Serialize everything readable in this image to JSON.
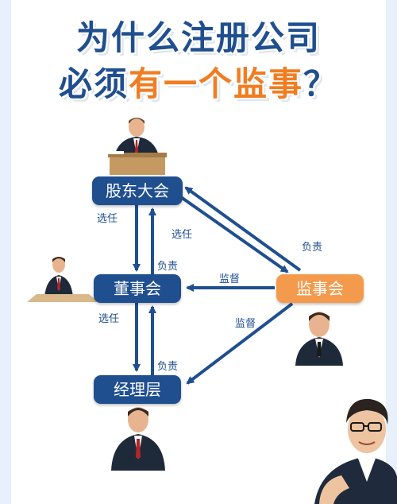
{
  "title": {
    "line1": "为什么注册公司",
    "line2_pre": "必须",
    "line2_highlight": "有一个监事",
    "line2_post": "？"
  },
  "nodes": {
    "shareholders": "股东大会",
    "board": "董事会",
    "supervisor": "监事会",
    "managers": "经理层"
  },
  "edges": {
    "shareholders_to_board": "选任",
    "board_to_shareholders": "负责",
    "shareholders_to_supervisor": "选任",
    "supervisor_to_shareholders": "负责",
    "supervisor_to_board": "监督",
    "supervisor_to_managers": "监督",
    "board_to_managers": "选任",
    "managers_to_board": "负责"
  },
  "colors": {
    "primary": "#1f4f8f",
    "accent": "#f07d22",
    "supervisor_node": "#f49a4c"
  }
}
